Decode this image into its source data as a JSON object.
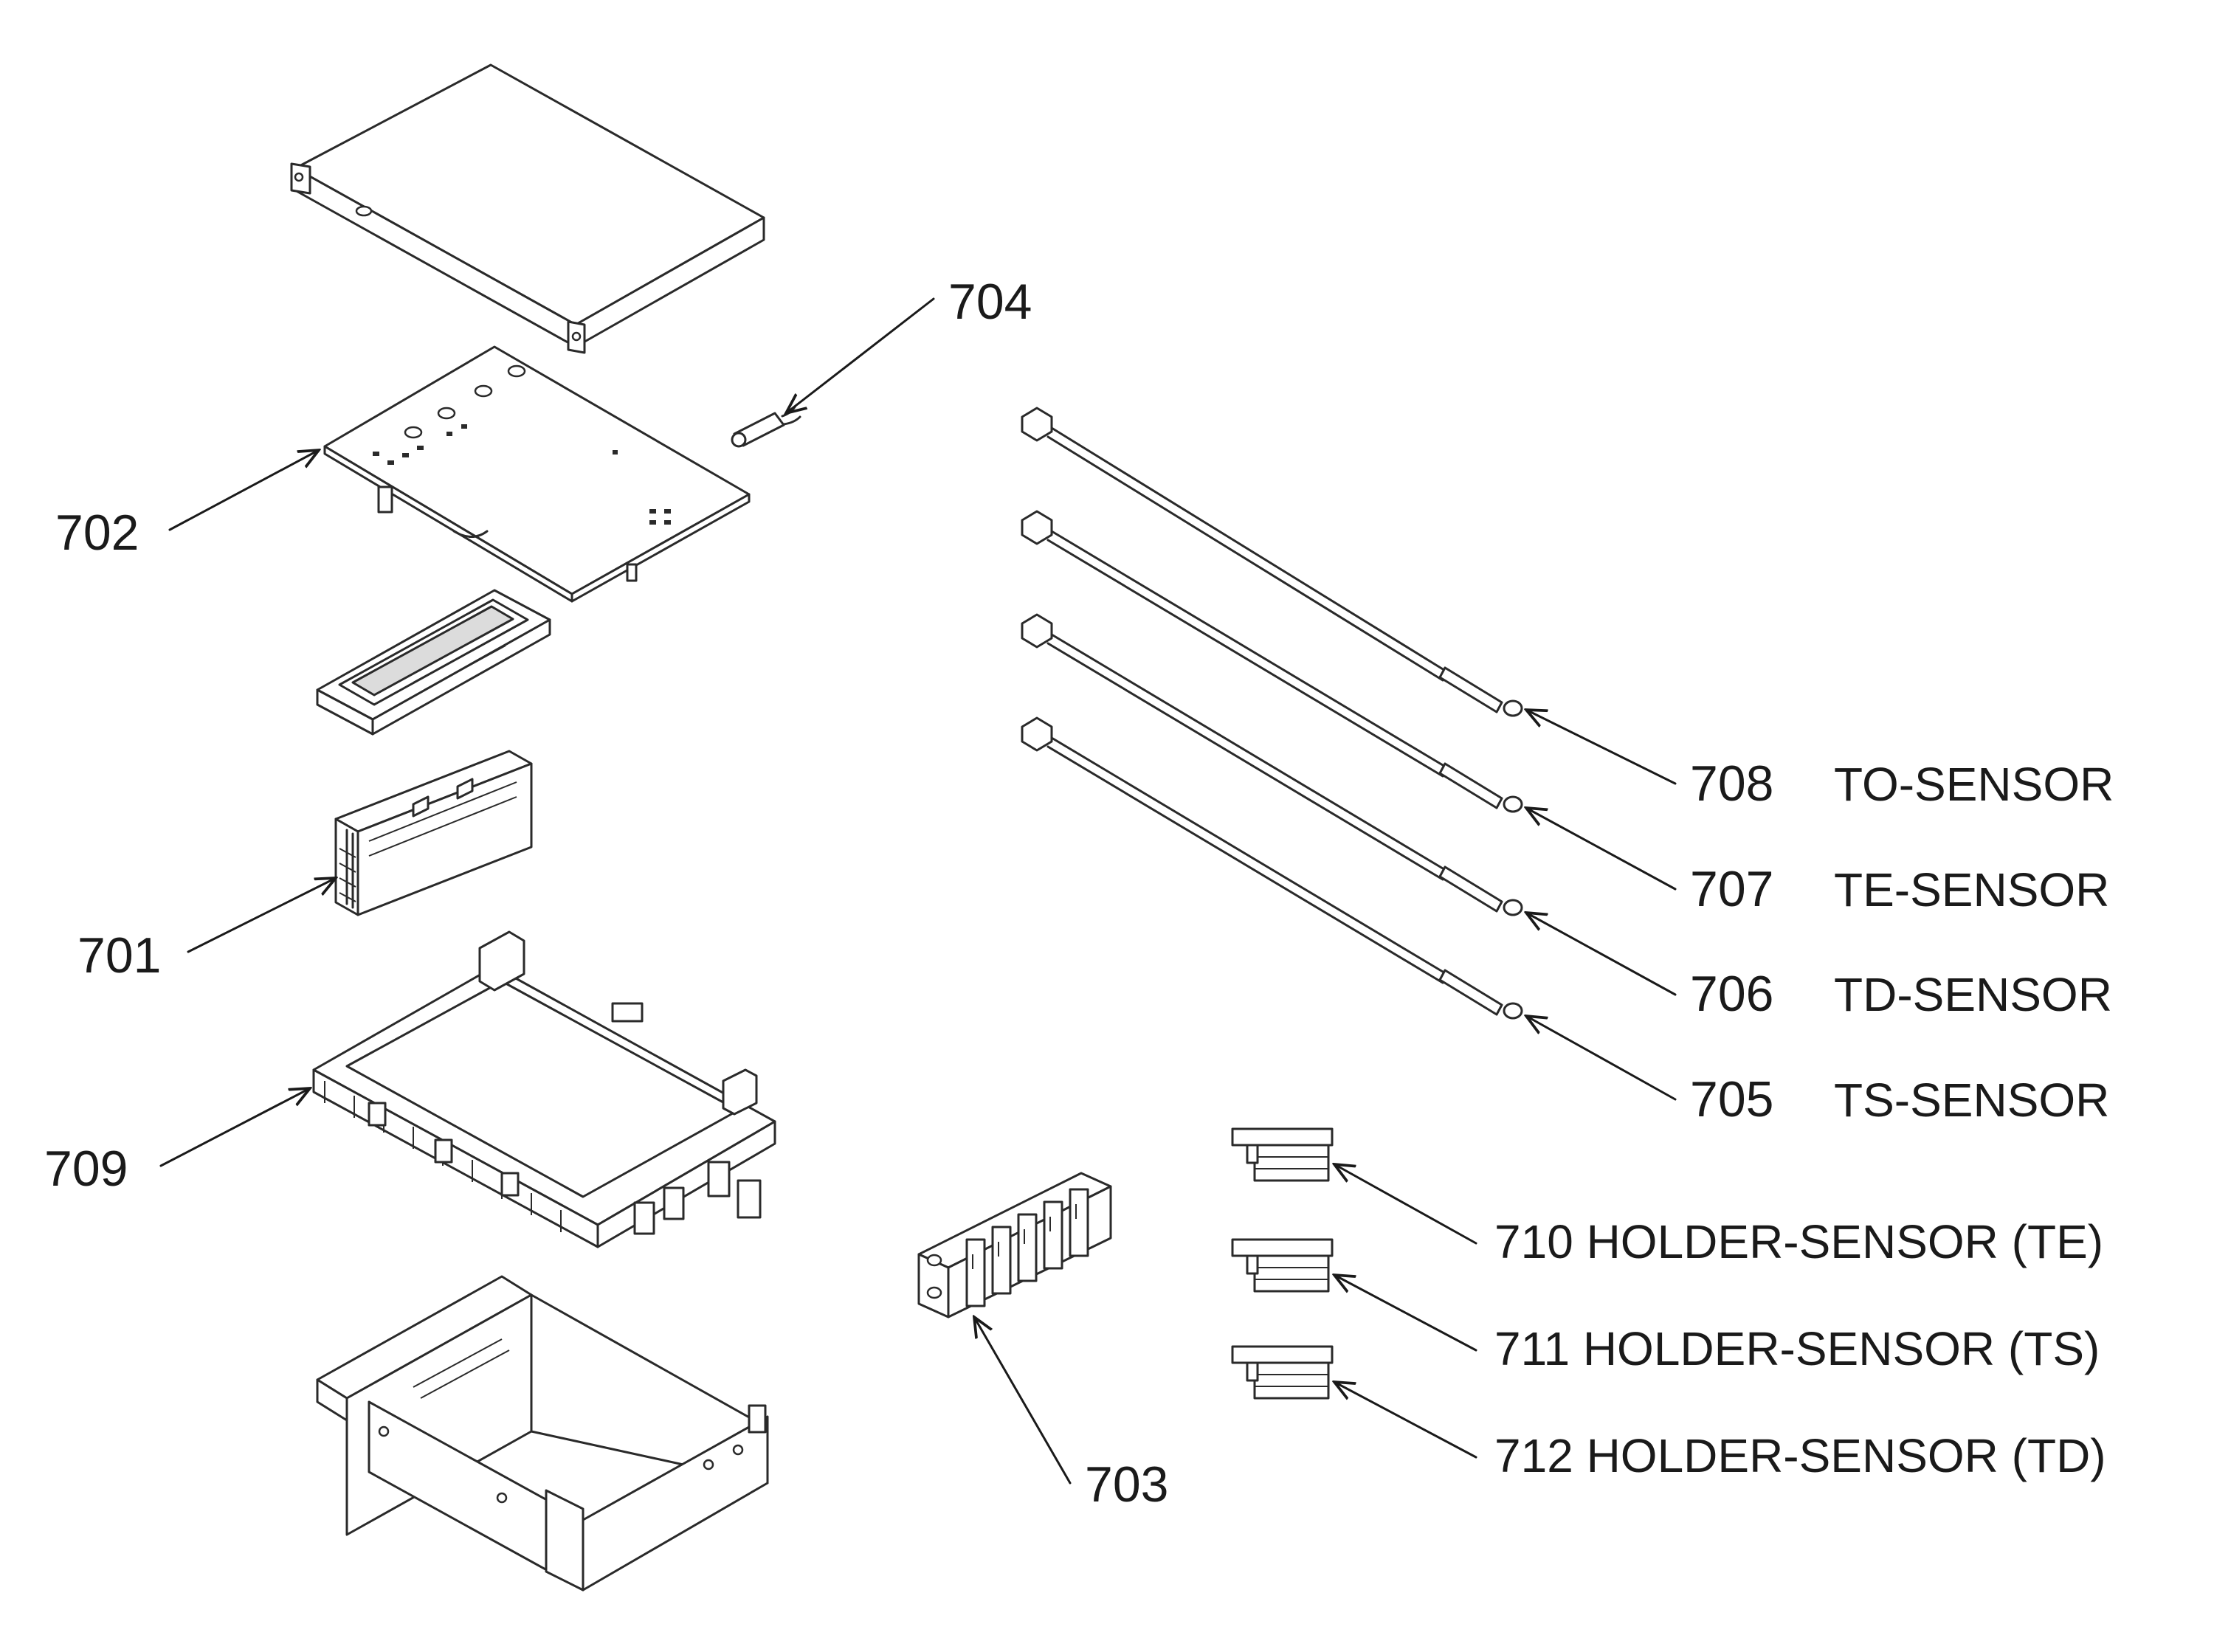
{
  "callouts": {
    "c702": "702",
    "c704": "704",
    "c701": "701",
    "c709": "709",
    "c703": "703",
    "c708": "708",
    "c707": "707",
    "c706": "706",
    "c705": "705",
    "t708": "TO-SENSOR",
    "t707": "TE-SENSOR",
    "t706": "TD-SENSOR",
    "t705": "TS-SENSOR",
    "h710": "710 HOLDER-SENSOR (TE)",
    "h711": "711 HOLDER-SENSOR (TS)",
    "h712": "712 HOLDER-SENSOR (TD)"
  }
}
